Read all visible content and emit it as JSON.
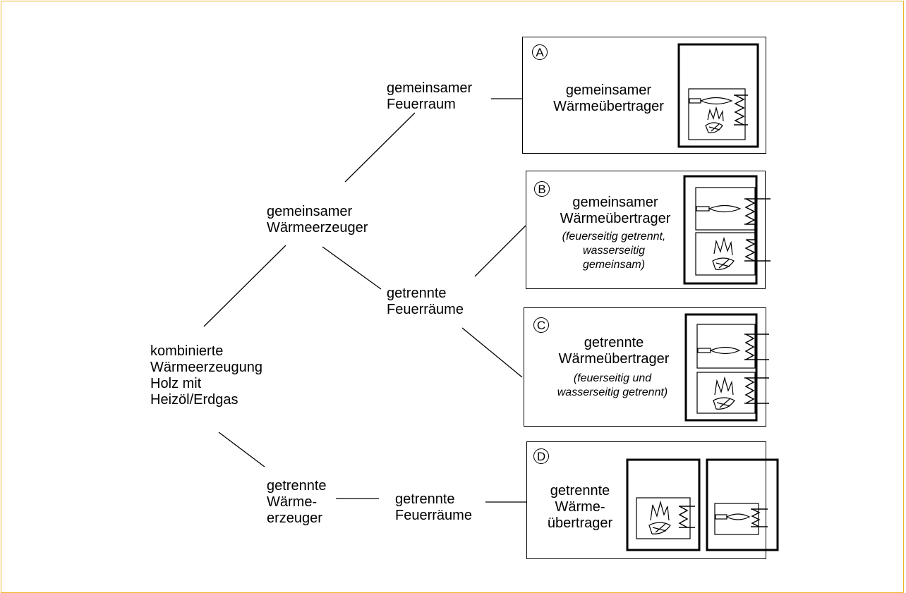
{
  "tree": {
    "root": [
      "kombinierte",
      "Wärmeerzeugung",
      "Holz mit",
      "Heizöl/Erdgas"
    ],
    "common_generator": [
      "gemeinsamer",
      "Wärmeerzeuger"
    ],
    "separate_generators": [
      "getrennte",
      "Wärme-",
      "erzeuger"
    ],
    "common_firebox": [
      "gemeinsamer",
      "Feuerraum"
    ],
    "separate_fireboxes_1": [
      "getrennte",
      "Feuerräume"
    ],
    "separate_fireboxes_2": [
      "getrennte",
      "Feuerräume"
    ]
  },
  "options": [
    {
      "badge": "A",
      "title": [
        "gemeinsamer",
        "Wärmeübertrager"
      ],
      "note": []
    },
    {
      "badge": "B",
      "title": [
        "gemeinsamer",
        "Wärmeübertrager"
      ],
      "note": [
        "(feuerseitig getrennt,",
        "wasserseitig",
        "gemeinsam)"
      ]
    },
    {
      "badge": "C",
      "title": [
        "getrennte",
        "Wärmeübertrager"
      ],
      "note": [
        "(feuerseitig und",
        "wasserseitig getrennt)"
      ]
    },
    {
      "badge": "D",
      "title": [
        "getrennte",
        "Wärme-",
        "übertrager"
      ],
      "note": []
    }
  ],
  "icons": [
    "oil-burner-icon",
    "wood-fire-icon",
    "heat-exchanger-coil-icon"
  ],
  "colors": {
    "frame": "#f0b429",
    "lines": "#000000"
  }
}
